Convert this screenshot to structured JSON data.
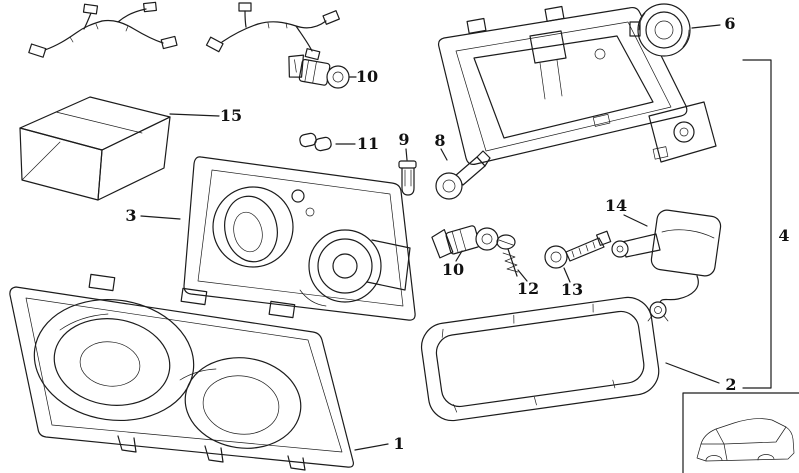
{
  "diagram": {
    "background": "#ffffff",
    "ink_color": "#1c1c1c",
    "part_labels": {
      "p1": "1",
      "p2": "2",
      "p3": "3",
      "p4": "4",
      "p6": "6",
      "p8": "8",
      "p9": "9",
      "p10a": "10",
      "p10b": "10",
      "p11": "11",
      "p12": "12",
      "p13": "13",
      "p14": "14",
      "p15": "15"
    }
  }
}
